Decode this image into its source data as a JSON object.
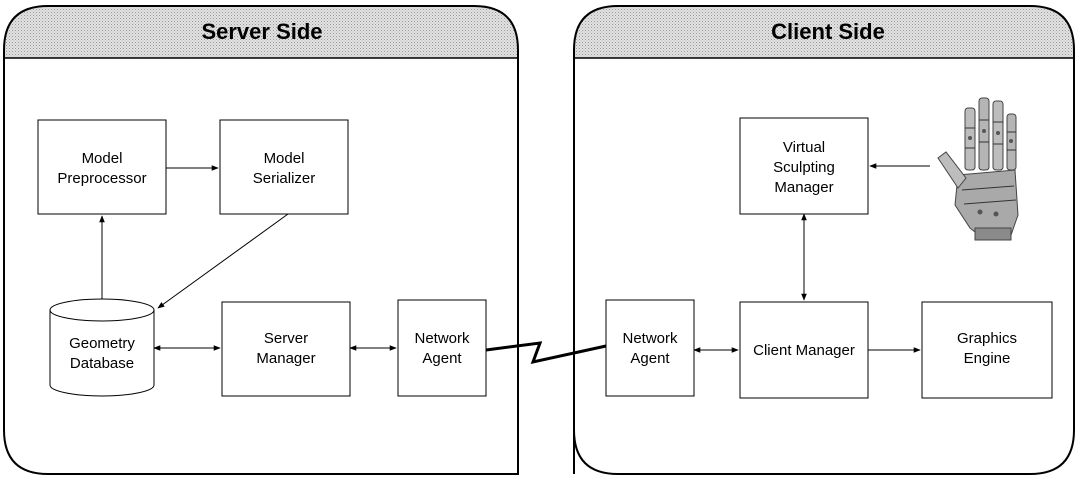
{
  "panels": {
    "server": {
      "title": "Server Side"
    },
    "client": {
      "title": "Client Side"
    }
  },
  "nodes": {
    "model_preprocessor": {
      "line1": "Model",
      "line2": "Preprocessor"
    },
    "model_serializer": {
      "line1": "Model",
      "line2": "Serializer"
    },
    "geometry_database": {
      "line1": "Geometry",
      "line2": "Database"
    },
    "server_manager": {
      "line1": "Server",
      "line2": "Manager"
    },
    "server_network_agent": {
      "line1": "Network",
      "line2": "Agent"
    },
    "client_network_agent": {
      "line1": "Network",
      "line2": "Agent"
    },
    "virtual_sculpting_manager": {
      "line1": "Virtual",
      "line2": "Sculpting",
      "line3": "Manager"
    },
    "client_manager": {
      "label": "Client Manager"
    },
    "graphics_engine": {
      "line1": "Graphics",
      "line2": "Engine"
    }
  },
  "colors": {
    "stroke": "#000000",
    "header_fill": "#d6d6d6",
    "box_fill": "#ffffff"
  },
  "icons": {
    "haptic_glove": "haptic-glove-icon",
    "network_link": "lightning-link-icon"
  }
}
